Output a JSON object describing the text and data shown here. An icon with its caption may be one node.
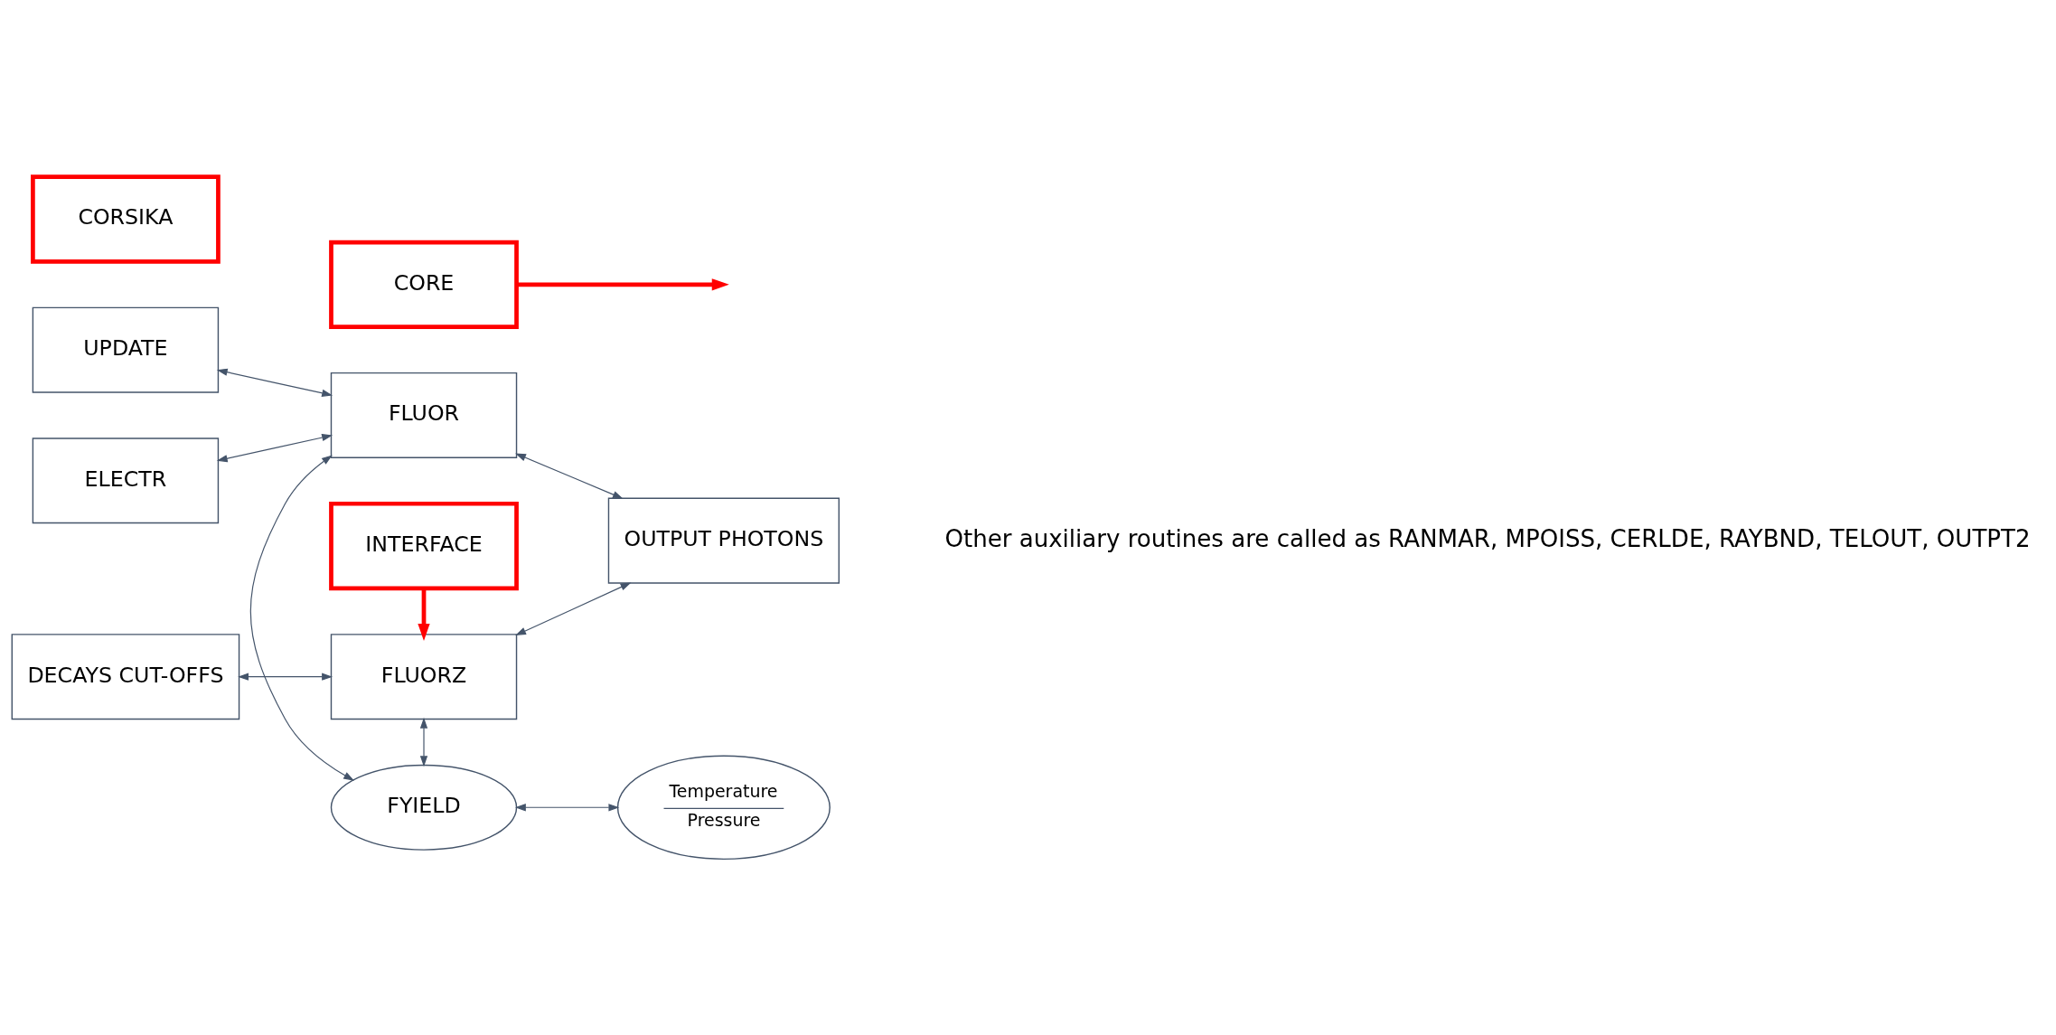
{
  "diagram": {
    "nodes": [
      {
        "text": [
          "UPDATE"
        ]
      },
      {
        "text": [
          "ELECTR"
        ]
      },
      {
        "text": [
          "DECAYS CUT-OFFS"
        ]
      },
      {
        "text": [
          "CORE"
        ]
      },
      {
        "text": [
          "FLUOR"
        ]
      },
      {
        "text": [
          "FYIELD"
        ]
      },
      {
        "text": [
          "Temperature",
          "Pressure"
        ]
      },
      {
        "text": [
          "OUTPUT PHOTONS"
        ]
      },
      {
        "text": [
          "FLUORZ"
        ]
      },
      {
        "text": [
          "CORSIKA"
        ]
      },
      {
        "text": [
          "INTERFACE"
        ]
      }
    ],
    "edges": [
      {
        "from": 0,
        "to": 4,
        "arrow": "both"
      },
      {
        "from": 1,
        "to": 4,
        "arrow": "both"
      },
      {
        "from": 4,
        "to": 5,
        "arrow": "both"
      },
      {
        "from": 5,
        "to": 6,
        "arrow": "both"
      },
      {
        "from": 4,
        "to": 7,
        "arrow": "both"
      },
      {
        "from": 8,
        "to": 5,
        "arrow": "both"
      },
      {
        "from": 8,
        "to": 7,
        "arrow": "both"
      },
      {
        "from": 2,
        "to": 8,
        "arrow": "both"
      },
      {
        "from": 3,
        "to": null,
        "arrow": "to",
        "style": "thick",
        "color": "#ff0000"
      },
      {
        "from": 10,
        "to": 8,
        "arrow": "to",
        "style": "thick",
        "color": "#ff0000"
      }
    ],
    "labels": [
      "Other auxiliary routines are called as RANMAR, MPOISS, CERLDE, RAYBND, TELOUT, OUTPT2"
    ]
  }
}
